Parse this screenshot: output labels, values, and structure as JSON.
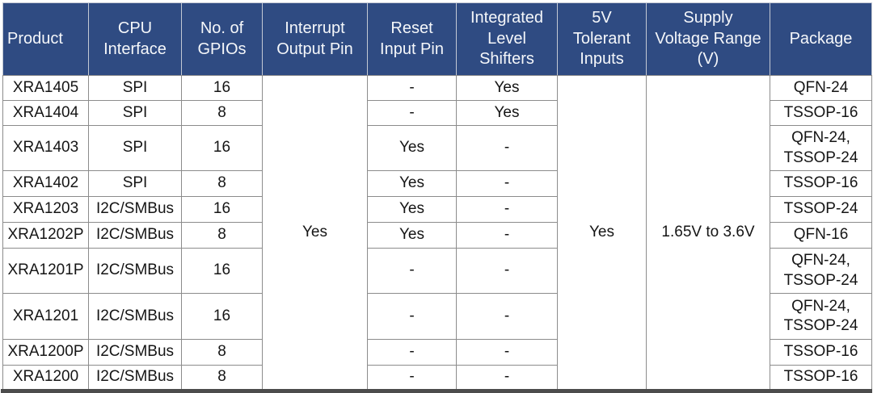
{
  "colors": {
    "header_background": "#2F4B82",
    "header_text": "#F5F7FA",
    "body_text": "#151515",
    "grid_line": "#8C8C8C",
    "bottom_bar": "#4C4C4C"
  },
  "table": {
    "headers": {
      "product": "Product",
      "cpu_interface": "CPU\nInterface",
      "gpios": "No. of\nGPIOs",
      "interrupt_output_pin": "Interrupt\nOutput Pin",
      "reset_input_pin": "Reset\nInput Pin",
      "integrated_level_shifters": "Integrated\nLevel\nShifters",
      "five_v_tolerant_inputs": "5V\nTolerant\nInputs",
      "supply_voltage_range": "Supply\nVoltage Range\n(V)",
      "package": "Package"
    },
    "merged": {
      "interrupt_output_pin": "Yes",
      "five_v_tolerant_inputs": "Yes",
      "supply_voltage_range": "1.65V to 3.6V"
    },
    "rows": [
      {
        "product": "XRA1405",
        "cpu_interface": "SPI",
        "gpios": "16",
        "reset_input_pin": "-",
        "integrated_level_shifters": "Yes",
        "package": "QFN-24"
      },
      {
        "product": "XRA1404",
        "cpu_interface": "SPI",
        "gpios": "8",
        "reset_input_pin": "-",
        "integrated_level_shifters": "Yes",
        "package": "TSSOP-16"
      },
      {
        "product": "XRA1403",
        "cpu_interface": "SPI",
        "gpios": "16",
        "reset_input_pin": "Yes",
        "integrated_level_shifters": "-",
        "package": "QFN-24,\nTSSOP-24"
      },
      {
        "product": "XRA1402",
        "cpu_interface": "SPI",
        "gpios": "8",
        "reset_input_pin": "Yes",
        "integrated_level_shifters": "-",
        "package": "TSSOP-16"
      },
      {
        "product": "XRA1203",
        "cpu_interface": "I2C/SMBus",
        "gpios": "16",
        "reset_input_pin": "Yes",
        "integrated_level_shifters": "-",
        "package": "TSSOP-24"
      },
      {
        "product": "XRA1202P",
        "cpu_interface": "I2C/SMBus",
        "gpios": "8",
        "reset_input_pin": "Yes",
        "integrated_level_shifters": "-",
        "package": "QFN-16"
      },
      {
        "product": "XRA1201P",
        "cpu_interface": "I2C/SMBus",
        "gpios": "16",
        "reset_input_pin": "-",
        "integrated_level_shifters": "-",
        "package": "QFN-24,\nTSSOP-24"
      },
      {
        "product": "XRA1201",
        "cpu_interface": "I2C/SMBus",
        "gpios": "16",
        "reset_input_pin": "-",
        "integrated_level_shifters": "-",
        "package": "QFN-24,\nTSSOP-24"
      },
      {
        "product": "XRA1200P",
        "cpu_interface": "I2C/SMBus",
        "gpios": "8",
        "reset_input_pin": "-",
        "integrated_level_shifters": "-",
        "package": "TSSOP-16"
      },
      {
        "product": "XRA1200",
        "cpu_interface": "I2C/SMBus",
        "gpios": "8",
        "reset_input_pin": "-",
        "integrated_level_shifters": "-",
        "package": "TSSOP-16"
      }
    ]
  }
}
